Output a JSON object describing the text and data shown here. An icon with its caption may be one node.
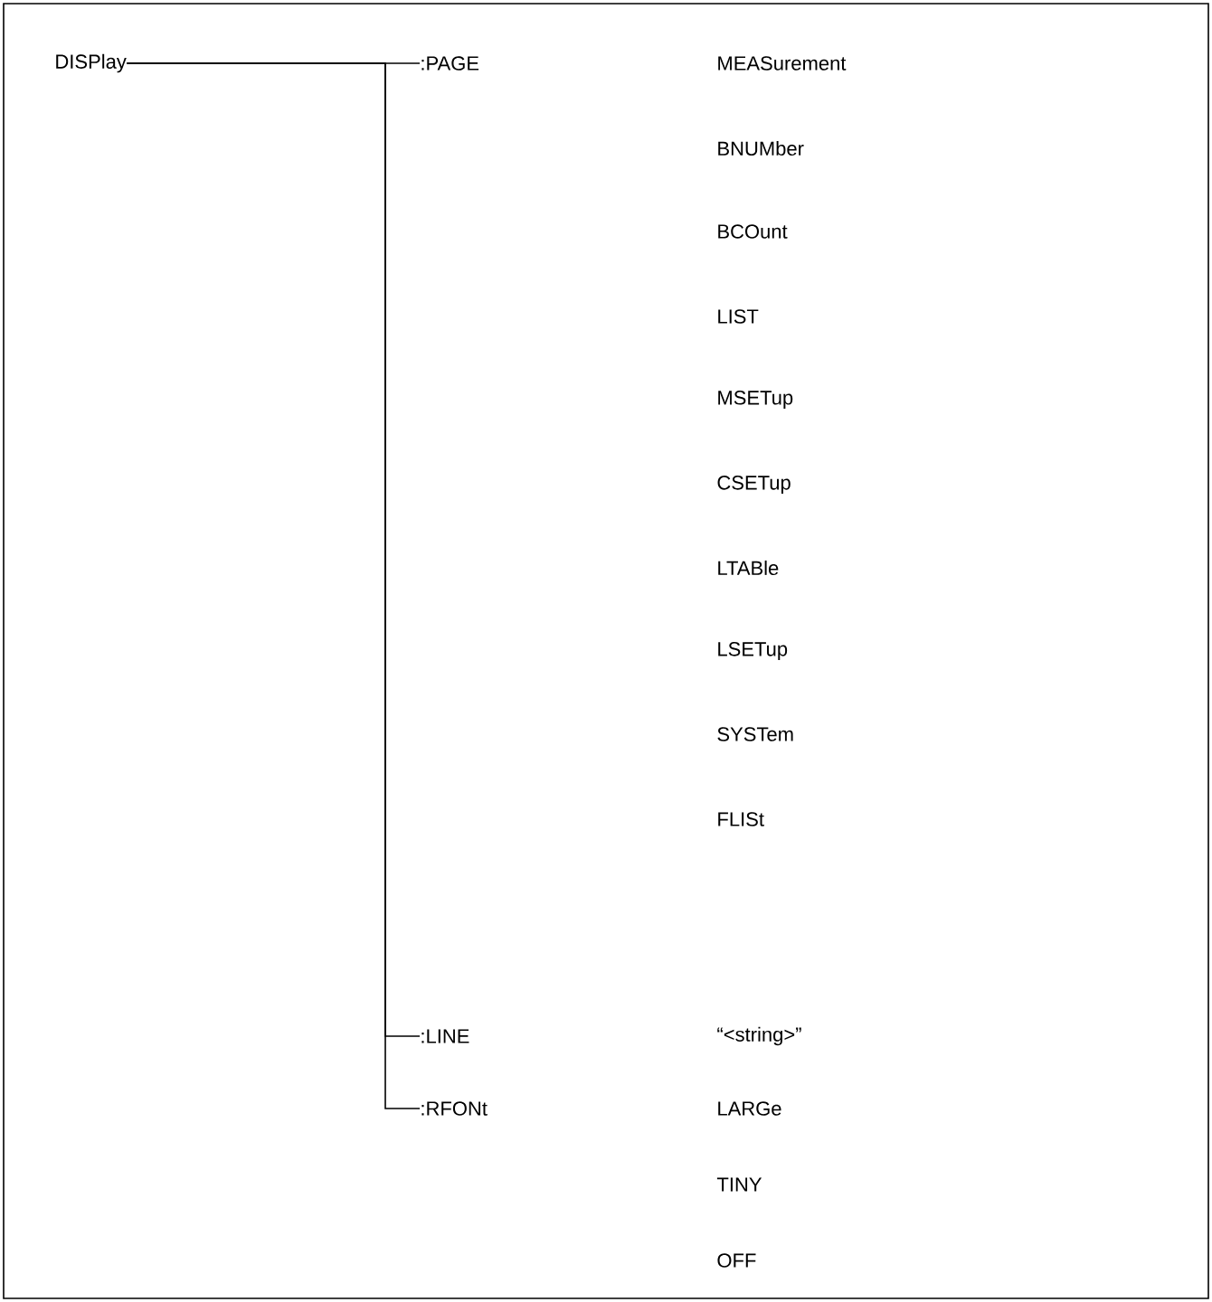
{
  "diagram": {
    "nodes": [
      {
        "text": [
          "DISPlay"
        ]
      },
      {
        "text": [
          ":PAGE"
        ]
      },
      {
        "text": [
          ":LINE"
        ]
      },
      {
        "text": [
          ":RFONt"
        ]
      }
    ],
    "edges": [
      {
        "from": 0,
        "to": 1,
        "arrow": "none"
      },
      {
        "from": 0,
        "to": 2,
        "arrow": "none"
      },
      {
        "from": 0,
        "to": 3,
        "arrow": "none"
      }
    ],
    "labels": [
      "MEASurement",
      "BNUMber",
      "BCOunt",
      "LIST",
      "MSETup",
      "CSETup",
      "LTABle",
      "LSETup",
      "SYSTem",
      "FLISt",
      "“<string>”",
      "LARGe",
      "TINY",
      "OFF"
    ]
  }
}
